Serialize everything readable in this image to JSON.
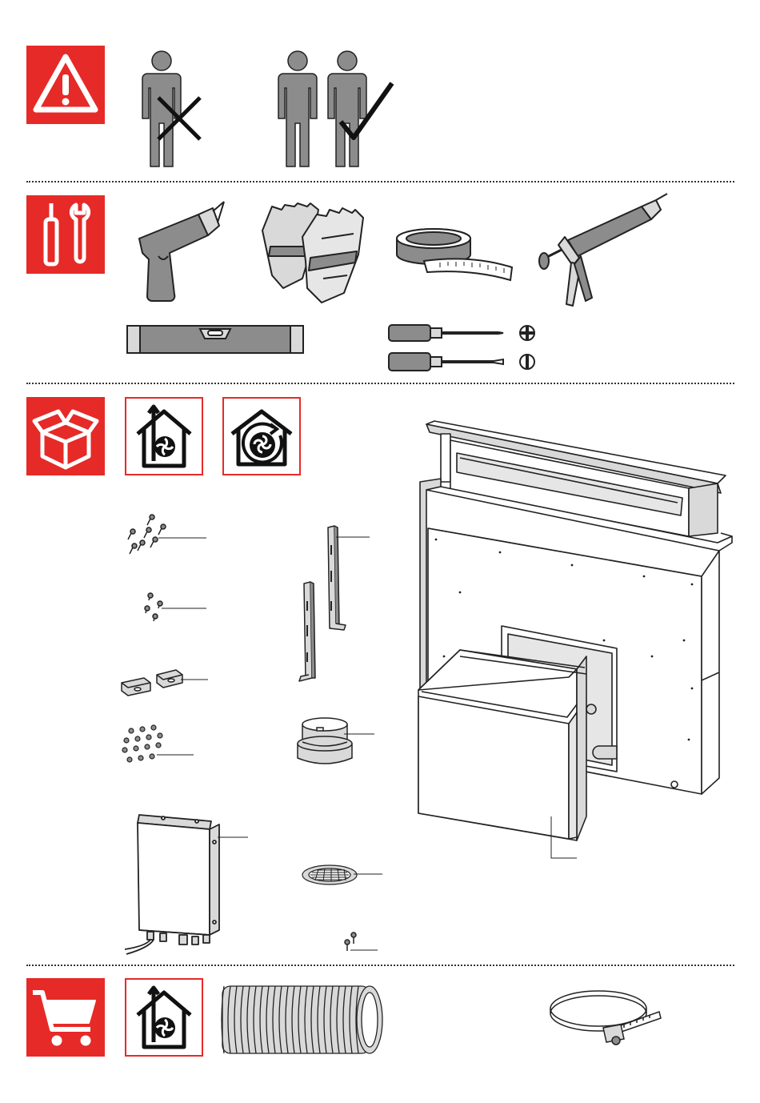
{
  "sections": [
    {
      "id": "safety",
      "icon": "warning-triangle-icon"
    },
    {
      "id": "tools",
      "icon": "screwdriver-wrench-icon"
    },
    {
      "id": "package-contents",
      "icon": "open-box-icon"
    },
    {
      "id": "optional-accessories",
      "icon": "shopping-cart-icon"
    }
  ],
  "colors": {
    "accent": "#e62a27",
    "line": "#222222",
    "fill_gray": "#8c8c8c",
    "fill_light": "#d9d9d9"
  },
  "tools": [
    "drill-icon",
    "work-gloves-icon",
    "measuring-tape-icon",
    "caulking-gun-icon",
    "spirit-level-icon",
    "phillips-screwdriver-icon",
    "flat-screwdriver-icon"
  ],
  "modes": [
    "ducted-exhaust-icon",
    "recirculation-icon"
  ],
  "accessories": [
    "ducted-exhaust-icon",
    "flexible-duct-hose-icon",
    "hose-clamp-icon"
  ]
}
